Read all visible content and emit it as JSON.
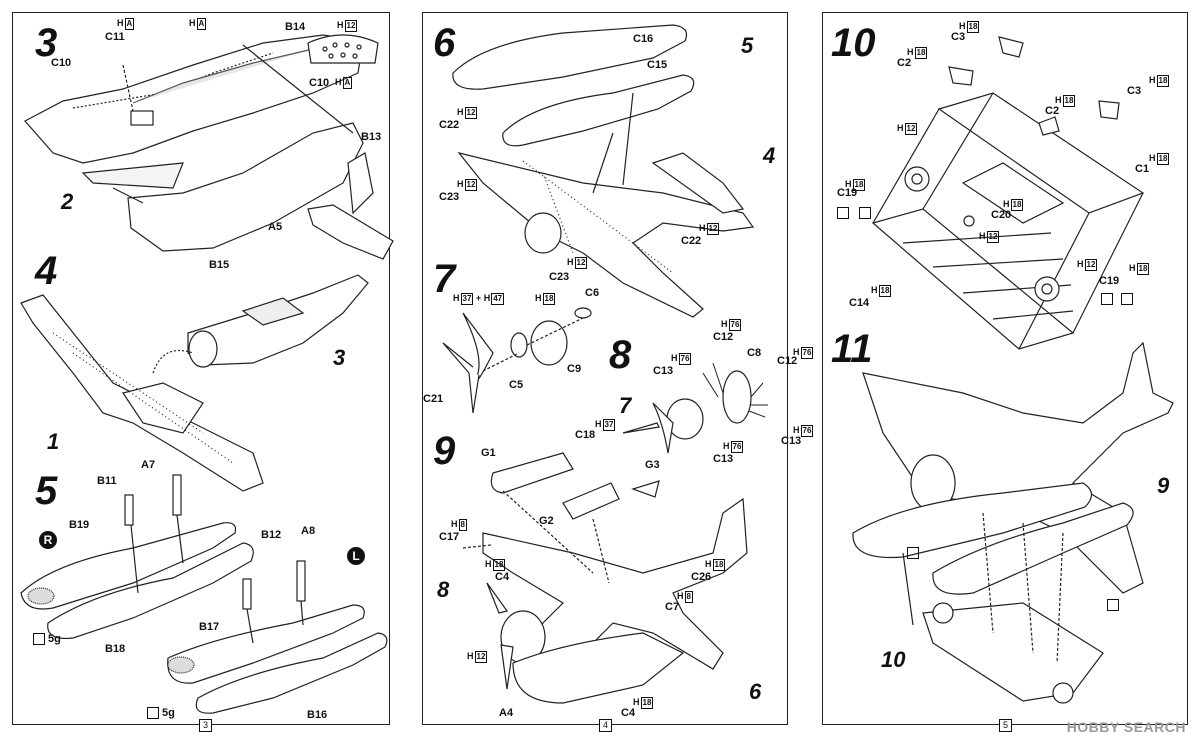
{
  "panels": [
    {
      "page": "3",
      "steps": [
        "3",
        "4",
        "5"
      ],
      "parts": {
        "C11": "C11",
        "C10": "C10",
        "B14": "B14",
        "B13": "B13",
        "B15": "B15",
        "A5": "A5",
        "A7": "A7",
        "B11": "B11",
        "B19": "B19",
        "B18": "B18",
        "B12": "B12",
        "A8": "A8",
        "B17": "B17",
        "B16": "B16",
        "C10b": "C10"
      },
      "subrefs": {
        "r2": "2",
        "r1": "1",
        "r3": "3"
      },
      "markers": {
        "R": "R",
        "L": "L"
      },
      "weights": {
        "w1": "5g",
        "w2": "5g"
      },
      "colors": {
        "c1": "H",
        "c1b": "A",
        "c2": "H",
        "c2b": "A",
        "c3": "H",
        "c3b": "12",
        "c4": "H",
        "c4b": "A"
      }
    },
    {
      "page": "4",
      "steps": [
        "6",
        "7",
        "8",
        "9"
      ],
      "parts": {
        "C16": "C16",
        "C15": "C15",
        "C22a": "C22",
        "C23a": "C23",
        "C22b": "C22",
        "C23b": "C23",
        "C6": "C6",
        "C5": "C5",
        "C9": "C9",
        "C21": "C21",
        "C12a": "C12",
        "C8": "C8",
        "C12b": "C12",
        "C13a": "C13",
        "C13b": "C13",
        "C13c": "C13",
        "C18": "C18",
        "G1": "G1",
        "G2": "G2",
        "G3": "G3",
        "C17": "C17",
        "C4a": "C4",
        "C26": "C26",
        "C7": "C7",
        "A4": "A4",
        "C4b": "C4"
      },
      "subrefs": {
        "r5": "5",
        "r4": "4",
        "r7": "7",
        "r8": "8",
        "r6": "6"
      },
      "colors": {
        "h12a": "12",
        "h12b": "12",
        "h12c": "12",
        "h12d": "12",
        "h12e": "12",
        "h37": "37",
        "h47": "47",
        "h18a": "18",
        "h76a": "76",
        "h76b": "76",
        "h76c": "76",
        "h76d": "76",
        "h37b": "37",
        "h8a": "8",
        "h18b": "18",
        "h18c": "18",
        "h8b": "8",
        "h18d": "18",
        "h12f": "12"
      },
      "colorprefix": "H",
      "plus": "+"
    },
    {
      "page": "5",
      "steps": [
        "10",
        "11"
      ],
      "parts": {
        "C3a": "C3",
        "C2a": "C2",
        "C2b": "C2",
        "C3b": "C3",
        "C1": "C1",
        "C19a": "C19",
        "C20": "C20",
        "C19b": "C19",
        "C14": "C14"
      },
      "subrefs": {
        "r9": "9",
        "r10": "10"
      },
      "colors": {
        "h18a": "18",
        "h18b": "18",
        "h18c": "18",
        "h18d": "18",
        "h18e": "18",
        "h12a": "12",
        "h18f": "18",
        "h18g": "18",
        "h12b": "12",
        "h12c": "12",
        "h18h": "18",
        "h18i": "18"
      },
      "colorprefix": "H"
    }
  ],
  "watermark": "HOBBY SEARCH"
}
